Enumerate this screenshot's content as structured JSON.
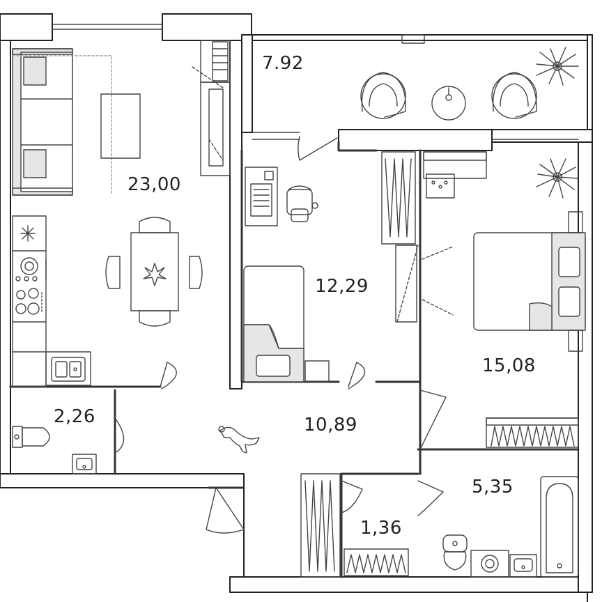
{
  "room_areas": {
    "living_kitchen": "23,00",
    "balcony": "7.92",
    "bedroom_small": "12,29",
    "bedroom_large": "15,08",
    "toilet": "2,26",
    "hallway": "10,89",
    "bathroom": "5,35",
    "storage": "1,36"
  },
  "colors": {
    "wall": "#222222",
    "line": "#444444",
    "furniture_fill": "#e6e6e6",
    "background": "#ffffff"
  },
  "icons": [
    "sofa-icon",
    "dining-table-icon",
    "stove-icon",
    "sink-icon",
    "toilet-icon",
    "washbasin-icon",
    "desk-icon",
    "office-chair-icon",
    "single-bed-icon",
    "double-bed-icon",
    "wardrobe-icon",
    "bathtub-icon",
    "washing-machine-icon",
    "armchair-icon",
    "round-table-icon",
    "plant-icon",
    "dog-icon",
    "door-icon"
  ]
}
